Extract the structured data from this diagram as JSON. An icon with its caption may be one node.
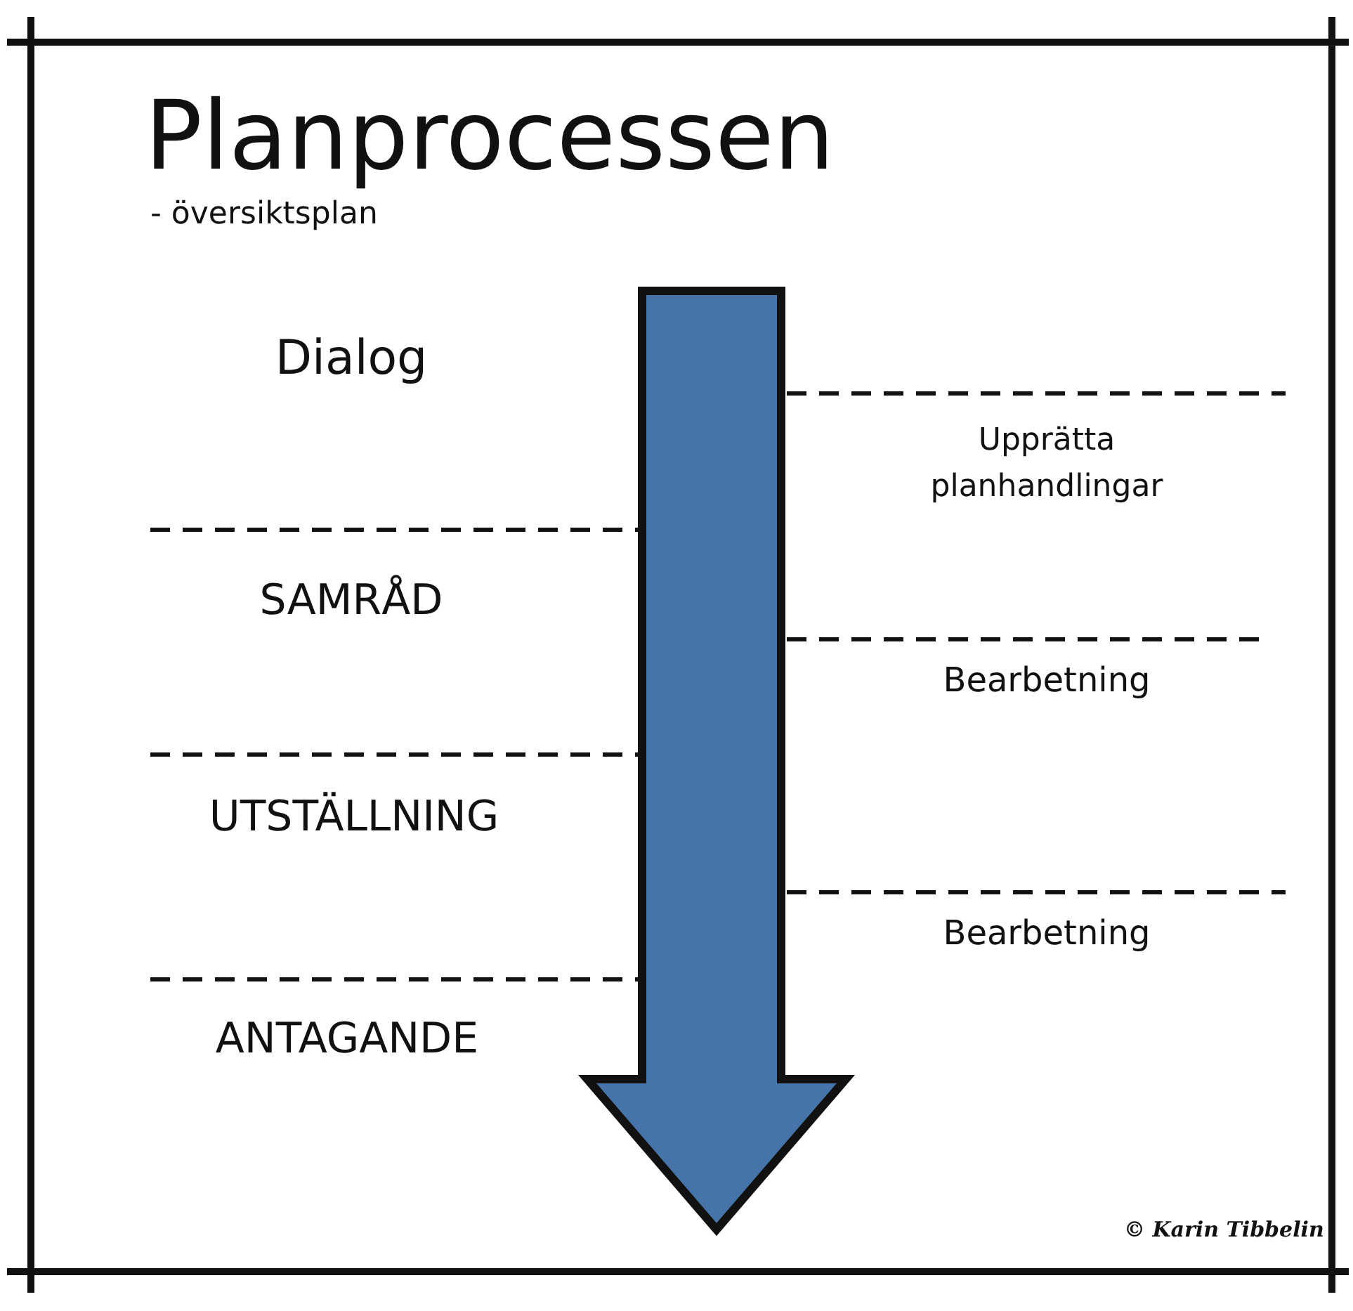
{
  "diagram": {
    "title": "Planprocessen",
    "labels": [
      "- översiktsplan",
      "Dialog",
      "Upprätta planhandlingar",
      "SAMRÅD",
      "Bearbetning",
      "UTSTÄLLNING",
      "Bearbetning",
      "ANTAGANDE",
      "© Karin Tibbelin"
    ]
  }
}
